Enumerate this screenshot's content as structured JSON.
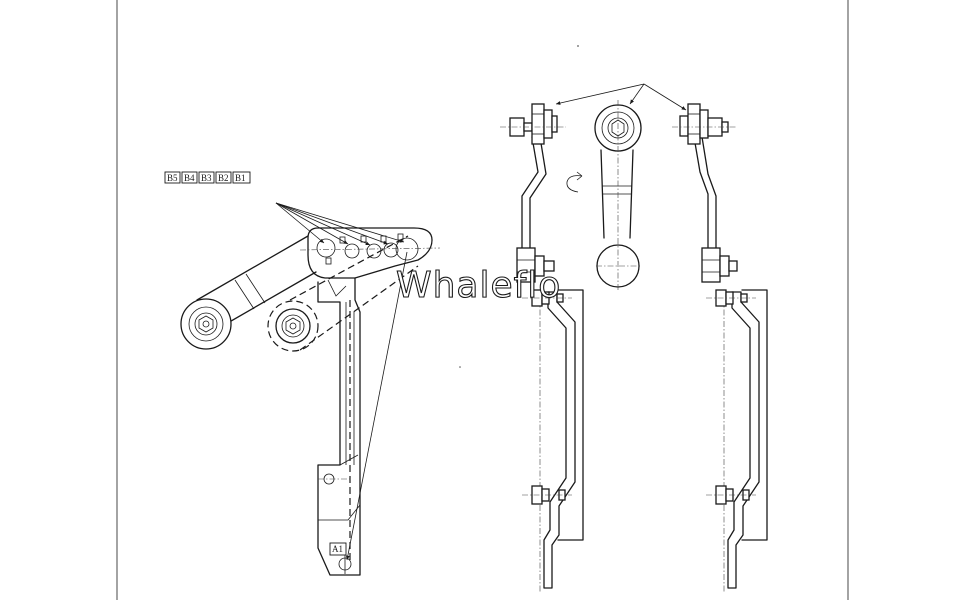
{
  "drawing": {
    "callout_tags": [
      "B5",
      "B4",
      "B3",
      "B2",
      "B1"
    ],
    "hole_tag": "A1",
    "watermark": "Whaleflo"
  },
  "icons": {
    "rotate": "rotate-arrow-icon"
  }
}
